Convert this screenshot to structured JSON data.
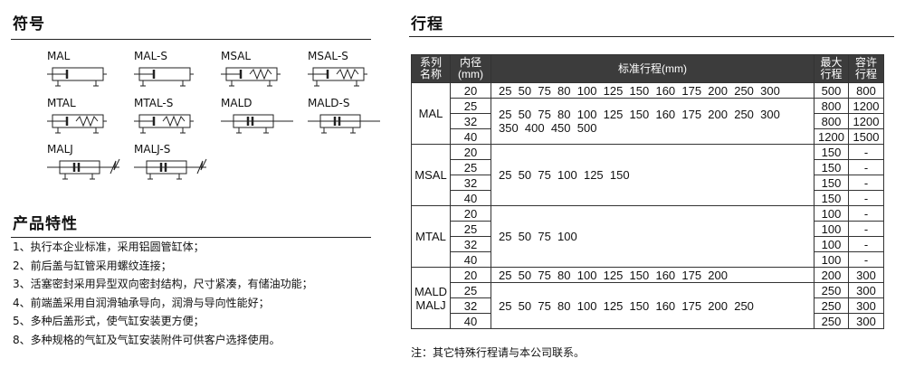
{
  "symbols_title": "符号",
  "symbols": [
    {
      "name": "MAL"
    },
    {
      "name": "MAL-S"
    },
    {
      "name": "MSAL"
    },
    {
      "name": "MSAL-S"
    },
    {
      "name": "MTAL"
    },
    {
      "name": "MTAL-S"
    },
    {
      "name": "MALD"
    },
    {
      "name": "MALD-S"
    },
    {
      "name": "MALJ"
    },
    {
      "name": "MALJ-S"
    }
  ],
  "features_title": "产品特性",
  "features": [
    "1、执行本企业标准，采用铝圆管缸体；",
    "2、前后盖与缸管采用螺纹连接；",
    "3、活塞密封采用异型双向密封结构，尺寸紧凑，有储油功能；",
    "4、前端盖采用自润滑轴承导向，润滑与导向性能好；",
    "5、多种后盖形式，使气缸安装更方便；",
    "8、多种规格的气缸及气缸安装附件可供客户选择使用。"
  ],
  "stroke_title": "行程",
  "table": {
    "headers": {
      "series": [
        "系列",
        "名称"
      ],
      "bore": [
        "内径",
        "(mm)"
      ],
      "std": "标准行程(mm)",
      "max": [
        "最大",
        "行程"
      ],
      "allow": [
        "容许",
        "行程"
      ]
    },
    "groups": [
      {
        "series": [
          "MAL"
        ],
        "rows": [
          {
            "bore": "20",
            "max": "500",
            "allow": "800"
          },
          {
            "bore": "25",
            "max": "800",
            "allow": "1200"
          },
          {
            "bore": "32",
            "max": "800",
            "allow": "1200"
          },
          {
            "bore": "40",
            "max": "1200",
            "allow": "1500"
          }
        ],
        "std": [
          {
            "span": 1,
            "lines": [
              "25  50  75  80  100  125  150  160  175  200  250  300"
            ]
          },
          {
            "span": 3,
            "lines": [
              "25  50  75  80  100  125  150  160  175  200  250  300",
              "350  400  450  500"
            ]
          }
        ]
      },
      {
        "series": [
          "MSAL"
        ],
        "rows": [
          {
            "bore": "20",
            "max": "150",
            "allow": "-"
          },
          {
            "bore": "25",
            "max": "150",
            "allow": "-"
          },
          {
            "bore": "32",
            "max": "150",
            "allow": "-"
          },
          {
            "bore": "40",
            "max": "150",
            "allow": "-"
          }
        ],
        "std": [
          {
            "span": 4,
            "lines": [
              "25  50  75  100  125  150"
            ]
          }
        ]
      },
      {
        "series": [
          "MTAL"
        ],
        "rows": [
          {
            "bore": "20",
            "max": "100",
            "allow": "-"
          },
          {
            "bore": "25",
            "max": "100",
            "allow": "-"
          },
          {
            "bore": "32",
            "max": "100",
            "allow": "-"
          },
          {
            "bore": "40",
            "max": "100",
            "allow": "-"
          }
        ],
        "std": [
          {
            "span": 4,
            "lines": [
              "25  50  75  100"
            ]
          }
        ]
      },
      {
        "series": [
          "MALD",
          "MALJ"
        ],
        "rows": [
          {
            "bore": "20",
            "max": "200",
            "allow": "300"
          },
          {
            "bore": "25",
            "max": "250",
            "allow": "300"
          },
          {
            "bore": "32",
            "max": "250",
            "allow": "300"
          },
          {
            "bore": "40",
            "max": "250",
            "allow": "300"
          }
        ],
        "std": [
          {
            "span": 1,
            "lines": [
              "25  50  75  80  100  125  150  160  175  200"
            ]
          },
          {
            "span": 3,
            "lines": [
              "25  50  75  80  100  125  150  160  175  200  250"
            ]
          }
        ]
      }
    ]
  },
  "note": "注：其它特殊行程请与本公司联系。"
}
